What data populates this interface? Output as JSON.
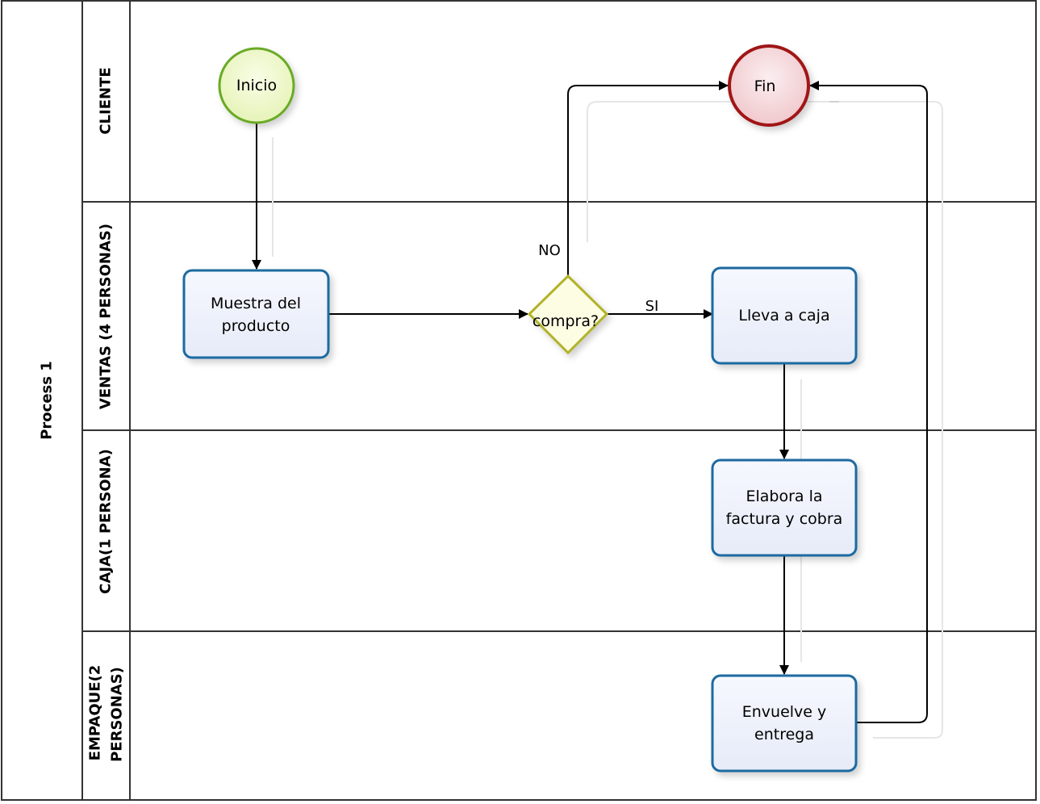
{
  "pool": {
    "title": "Process 1"
  },
  "lanes": [
    {
      "label": "CLIENTE"
    },
    {
      "label": "VENTAS (4 PERSONAS)"
    },
    {
      "label_line1": "CAJA(1 PERSONA)"
    },
    {
      "label_line1": "EMPAQUE(2",
      "label_line2": "PERSONAS)"
    }
  ],
  "nodes": {
    "start": {
      "label": "Inicio",
      "color": "#6aaa26"
    },
    "end": {
      "label": "Fin",
      "color": "#a01418"
    },
    "task_muestra": {
      "line1": "Muestra del",
      "line2": "producto"
    },
    "gateway": {
      "label": "compra?",
      "color": "#b2b22a"
    },
    "task_lleva": {
      "label": "Lleva a caja"
    },
    "task_elabora": {
      "line1": "Elabora la",
      "line2": "factura y cobra"
    },
    "task_envuelve": {
      "line1": "Envuelve y",
      "line2": "entrega"
    }
  },
  "flows": {
    "no_label": "NO",
    "si_label": "SI"
  },
  "colors": {
    "task_border": "#1a6aa0",
    "task_fill": "#eef1fb",
    "lane_border": "#333333"
  }
}
